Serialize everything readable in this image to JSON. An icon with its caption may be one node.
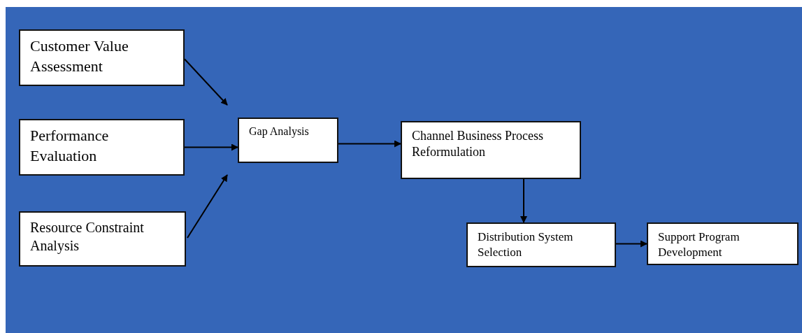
{
  "diagram": {
    "nodes": [
      {
        "text": [
          "Customer Value Assessment"
        ]
      },
      {
        "text": [
          "Performance Evaluation"
        ]
      },
      {
        "text": [
          "Resource Constraint Analysis"
        ]
      },
      {
        "text": [
          "Gap Analysis"
        ]
      },
      {
        "text": [
          "Channel Business Process Reformulation"
        ]
      },
      {
        "text": [
          "Distribution System Selection"
        ]
      },
      {
        "text": [
          "Support Program Development"
        ]
      }
    ],
    "edges": [
      {
        "from": 0,
        "to": 3,
        "arrow": "to"
      },
      {
        "from": 1,
        "to": 3,
        "arrow": "to"
      },
      {
        "from": 2,
        "to": 3,
        "arrow": "to"
      },
      {
        "from": 3,
        "to": 4,
        "arrow": "to"
      },
      {
        "from": 4,
        "to": 5,
        "arrow": "to"
      },
      {
        "from": 5,
        "to": 6,
        "arrow": "to"
      }
    ]
  }
}
